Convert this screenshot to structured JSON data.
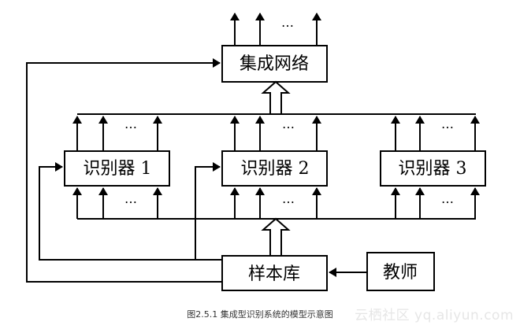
{
  "diagram": {
    "integration_network": "集成网络",
    "recognizer_1": "识别器 1",
    "recognizer_2": "识别器 2",
    "recognizer_3": "识别器 3",
    "sample_library": "样本库",
    "teacher": "教师",
    "ellipsis": "…"
  },
  "caption": "图2.5.1 集成型识别系统的模型示意图",
  "watermark": "云栖社区 yq.aliyun.com"
}
